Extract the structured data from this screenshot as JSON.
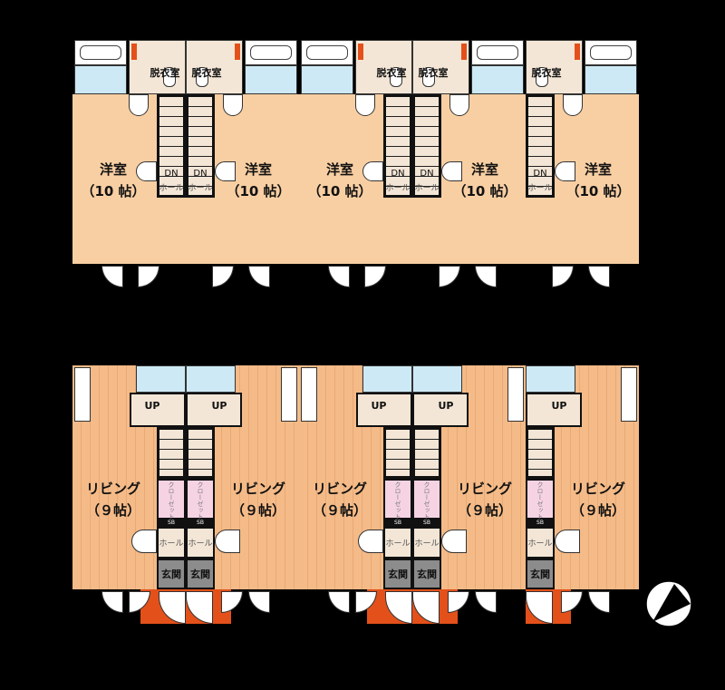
{
  "upper_floor": {
    "units": [
      {
        "dressing": "脱衣室",
        "room": "洋室",
        "room_size": "（10 帖）",
        "stair": "DN",
        "hall": "ホール",
        "mirrored": false
      },
      {
        "dressing": "脱衣室",
        "room": "洋室",
        "room_size": "（10 帖）",
        "stair": "DN",
        "hall": "ホール",
        "mirrored": true
      },
      {
        "dressing": "脱衣室",
        "room": "洋室",
        "room_size": "（10 帖）",
        "stair": "DN",
        "hall": "ホール",
        "mirrored": false
      },
      {
        "dressing": "脱衣室",
        "room": "洋室",
        "room_size": "（10 帖）",
        "stair": "DN",
        "hall": "ホール",
        "mirrored": true
      },
      {
        "dressing": "脱衣室",
        "room": "洋室",
        "room_size": "（10 帖）",
        "stair": "DN",
        "hall": "ホール",
        "mirrored": true
      }
    ]
  },
  "lower_floor": {
    "units": [
      {
        "living": "リビング",
        "living_size": "（９帖）",
        "stair": "UP",
        "closet": "クローゼット",
        "sb": "SB",
        "hall": "ホール",
        "entrance": "玄関",
        "mirrored": false
      },
      {
        "living": "リビング",
        "living_size": "（９帖）",
        "stair": "UP",
        "closet": "クローゼット",
        "sb": "SB",
        "hall": "ホール",
        "entrance": "玄関",
        "mirrored": true
      },
      {
        "living": "リビング",
        "living_size": "（９帖）",
        "stair": "UP",
        "closet": "クローゼット",
        "sb": "SB",
        "hall": "ホール",
        "entrance": "玄関",
        "mirrored": false
      },
      {
        "living": "リビング",
        "living_size": "（９帖）",
        "stair": "UP",
        "closet": "クローゼット",
        "sb": "SB",
        "hall": "ホール",
        "entrance": "玄関",
        "mirrored": true
      },
      {
        "living": "リビング",
        "living_size": "（９帖）",
        "stair": "UP",
        "closet": "クローゼット",
        "sb": "SB",
        "hall": "ホール",
        "entrance": "玄関",
        "mirrored": true
      }
    ]
  },
  "compass": {
    "icon": "north-arrow-icon"
  }
}
